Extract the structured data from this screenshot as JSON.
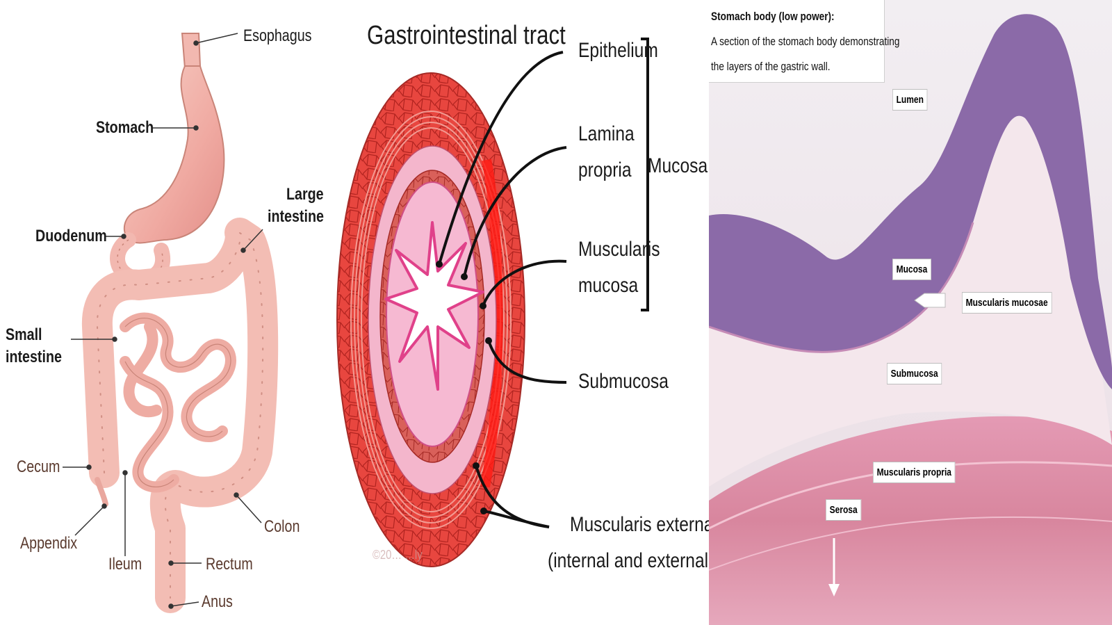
{
  "anatomy": {
    "labels": {
      "esophagus": "Esophagus",
      "stomach": "Stomach",
      "large_intestine_1": "Large",
      "large_intestine_2": "intestine",
      "duodenum": "Duodenum",
      "small_intestine_1": "Small",
      "small_intestine_2": "intestine",
      "cecum": "Cecum",
      "appendix": "Appendix",
      "ileum": "Ileum",
      "colon": "Colon",
      "rectum": "Rectum",
      "anus": "Anus"
    }
  },
  "tract": {
    "title": "Gastrointestinal tract",
    "labels": {
      "epithelium": "Epithelium",
      "lamina_1": "Lamina",
      "lamina_2": "propria",
      "mucosa": "Mucosa",
      "muscularis_1": "Muscularis",
      "muscularis_2": "mucosa",
      "submucosa": "Submucosa",
      "externa_1": "Muscularis externa",
      "externa_2": "(internal and external layers)"
    },
    "watermark": "©20… …ly"
  },
  "histology": {
    "caption": {
      "title": "Stomach body (low power):",
      "line1": "A section of the stomach body demonstrating",
      "line2": "the layers of the gastric wall."
    },
    "labels": {
      "lumen": "Lumen",
      "mucosa": "Mucosa",
      "muscularis_mucosae": "Muscularis mucosae",
      "submucosa": "Submucosa",
      "muscularis_propria": "Muscularis propria",
      "serosa": "Serosa"
    }
  },
  "colors": {
    "organ_pink": "#f2b8b0",
    "organ_outline": "#c98478",
    "tract_red": "#e8463f",
    "tract_pink": "#f4b6cc",
    "mucosa_purple": "#8b6aa8",
    "tissue_pink": "#e8a6bc"
  }
}
